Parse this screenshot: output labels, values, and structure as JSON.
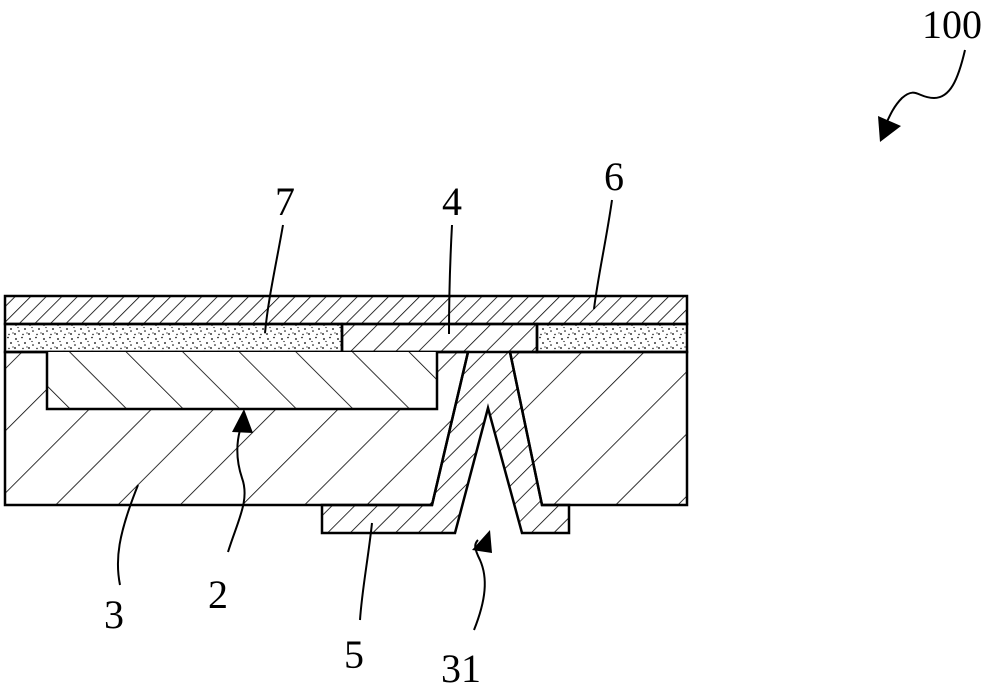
{
  "figure": {
    "labels": {
      "device": "100",
      "layer_top": "6",
      "layer_middle": "4",
      "layer_dotted": "7",
      "body": "3",
      "cavity": "2",
      "bottom_pad": "5",
      "groove": "31"
    },
    "colors": {
      "ink": "#000000",
      "background": "#ffffff"
    }
  }
}
